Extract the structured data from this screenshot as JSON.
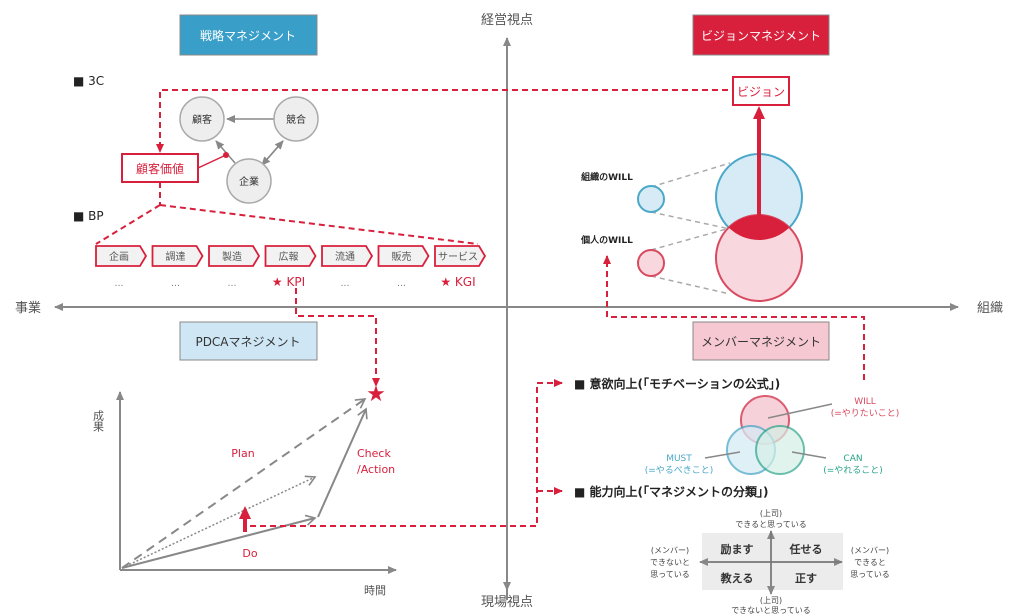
{
  "axes": {
    "top": "経営視点",
    "bottom": "現場視点",
    "left": "事業",
    "right": "組織"
  },
  "quadrants": {
    "strategy": {
      "title": "戦略マネジメント",
      "color": "#3a9fc8",
      "text_color": "#ffffff"
    },
    "vision": {
      "title": "ビジョンマネジメント",
      "color": "#d8203c",
      "text_color": "#ffffff"
    },
    "pdca": {
      "title": "PDCAマネジメント",
      "color": "#cfe7f5",
      "text_color": "#333333"
    },
    "member": {
      "title": "メンバーマネジメント",
      "color": "#f6c9d2",
      "text_color": "#333333"
    }
  },
  "three_c": {
    "heading": "■ 3C",
    "nodes": [
      "顧客",
      "競合",
      "企業"
    ],
    "value_label": "顧客価値"
  },
  "bp": {
    "heading": "■ BP",
    "steps": [
      "企画",
      "調達",
      "製造",
      "広報",
      "流通",
      "販売",
      "サービス"
    ],
    "below": [
      "…",
      "…",
      "…",
      "★ KPI",
      "…",
      "…",
      "★ KGI"
    ]
  },
  "vision": {
    "label": "ビジョン",
    "org_will": "組織のWILL",
    "personal_will": "個人のWILL"
  },
  "pdca": {
    "y_label": "成果",
    "x_label": "時間",
    "plan": "Plan",
    "do": "Do",
    "check": "Check",
    "action": "/Action"
  },
  "member": {
    "motivation_heading": "■ 意欲向上(「モチベーションの公式」)",
    "will": "WILL",
    "will_sub": "(=やりたいこと)",
    "must": "MUST",
    "must_sub": "(=やるべきこと)",
    "can": "CAN",
    "can_sub": "(=やれること)",
    "ability_heading": "■ 能力向上(「マネジメントの分類」)",
    "matrix": {
      "top_1": "(上司)",
      "top_2": "できると思っている",
      "bottom_1": "(上司)",
      "bottom_2": "できないと思っている",
      "left_1": "(メンバー)",
      "left_2": "できないと",
      "left_3": "思っている",
      "right_1": "(メンバー)",
      "right_2": "できると",
      "right_3": "思っている",
      "q_tl": "励ます",
      "q_tr": "任せる",
      "q_bl": "教える",
      "q_br": "正す"
    }
  },
  "colors": {
    "red": "#d8203c",
    "gray": "#888888",
    "blue": "#4aa8c8",
    "teal": "#2aa58a"
  }
}
